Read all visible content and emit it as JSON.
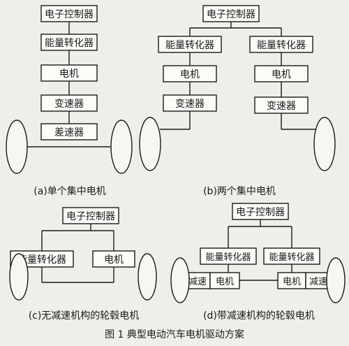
{
  "labels": {
    "ecu": "电子控制器",
    "converter": "能量转化器",
    "motor": "电机",
    "gearbox": "变速器",
    "differential": "差速器",
    "reducer": "减速"
  },
  "captions": {
    "a": "(a)单个集中电机",
    "b": "(b)两个集中电机",
    "c": "(c)无减速机构的轮毂电机",
    "d": "(d)带减速机构的轮毂电机"
  },
  "figure_title": "图 1   典型电动汽车电机驱动方案"
}
